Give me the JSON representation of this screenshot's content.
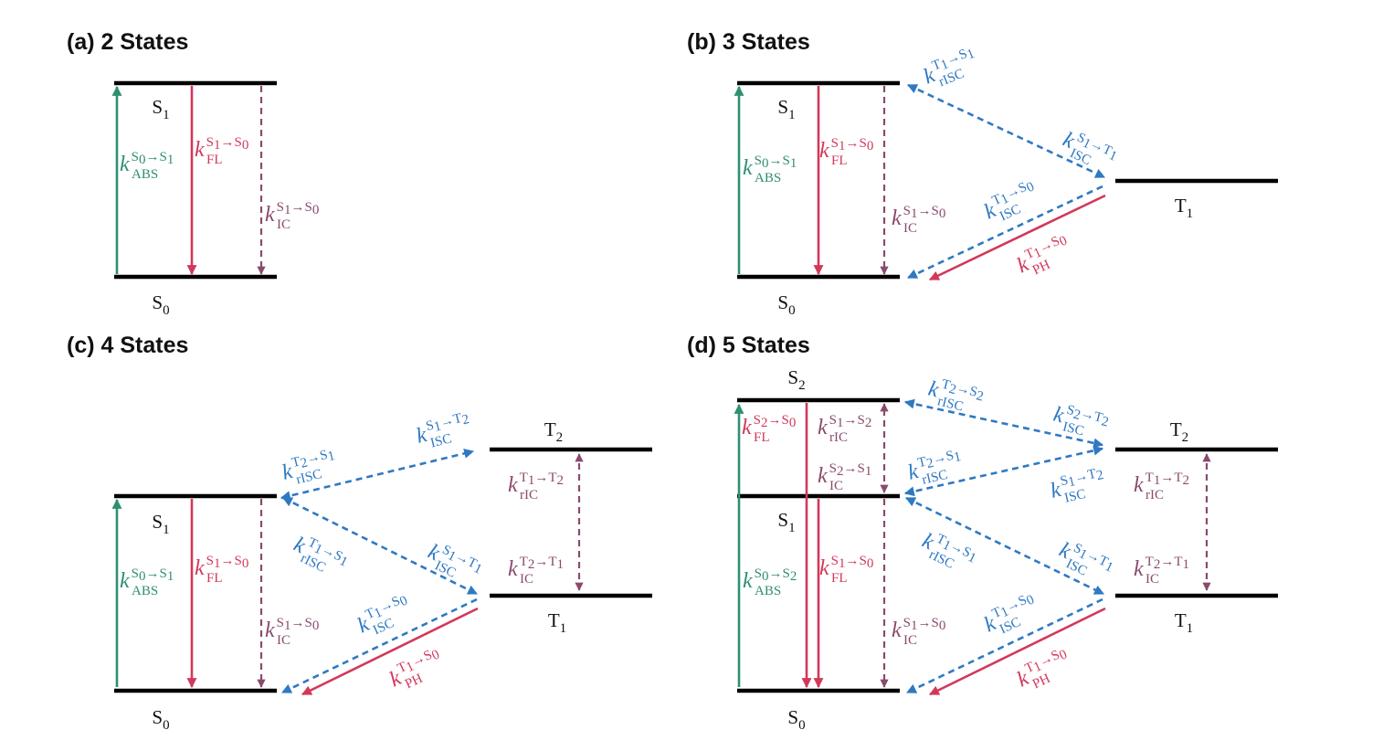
{
  "colors": {
    "level": "#000000",
    "absorption": "#2e8f73",
    "radiative": "#d2385a",
    "internal_conversion": "#8a4a6e",
    "intersystem_crossing": "#2f79c2"
  },
  "panels": [
    {
      "id": "a",
      "label": "(a)",
      "title": "2 States",
      "states": [
        "S1",
        "S0"
      ],
      "rates": [
        {
          "from": "S0",
          "to": "S1",
          "sup": "S0→S1",
          "sub": "ABS",
          "kind": "absorption"
        },
        {
          "from": "S1",
          "to": "S0",
          "sup": "S1→S0",
          "sub": "FL",
          "kind": "radiative"
        },
        {
          "from": "S1",
          "to": "S0",
          "sup": "S1→S0",
          "sub": "IC",
          "kind": "internal_conversion"
        }
      ]
    },
    {
      "id": "b",
      "label": "(b)",
      "title": "3 States",
      "states": [
        "S1",
        "S0",
        "T1"
      ],
      "rates": [
        {
          "from": "S0",
          "to": "S1",
          "sup": "S0→S1",
          "sub": "ABS",
          "kind": "absorption"
        },
        {
          "from": "S1",
          "to": "S0",
          "sup": "S1→S0",
          "sub": "FL",
          "kind": "radiative"
        },
        {
          "from": "S1",
          "to": "S0",
          "sup": "S1→S0",
          "sub": "IC",
          "kind": "internal_conversion"
        },
        {
          "from": "T1",
          "to": "S1",
          "sup": "T1→S1",
          "sub": "rISC",
          "kind": "intersystem_crossing"
        },
        {
          "from": "S1",
          "to": "T1",
          "sup": "S1→T1",
          "sub": "ISC",
          "kind": "intersystem_crossing"
        },
        {
          "from": "T1",
          "to": "S0",
          "sup": "T1→S0",
          "sub": "ISC",
          "kind": "intersystem_crossing"
        },
        {
          "from": "T1",
          "to": "S0",
          "sup": "T1→S0",
          "sub": "PH",
          "kind": "radiative"
        }
      ]
    },
    {
      "id": "c",
      "label": "(c)",
      "title": "4 States",
      "states": [
        "S1",
        "S0",
        "T2",
        "T1"
      ],
      "rates": [
        {
          "from": "S0",
          "to": "S1",
          "sup": "S0→S1",
          "sub": "ABS",
          "kind": "absorption"
        },
        {
          "from": "S1",
          "to": "S0",
          "sup": "S1→S0",
          "sub": "FL",
          "kind": "radiative"
        },
        {
          "from": "S1",
          "to": "S0",
          "sup": "S1→S0",
          "sub": "IC",
          "kind": "internal_conversion"
        },
        {
          "from": "T2",
          "to": "S1",
          "sup": "T2→S1",
          "sub": "rISC",
          "kind": "intersystem_crossing"
        },
        {
          "from": "S1",
          "to": "T2",
          "sup": "S1→T2",
          "sub": "ISC",
          "kind": "intersystem_crossing"
        },
        {
          "from": "T1",
          "to": "S1",
          "sup": "T1→S1",
          "sub": "rISC",
          "kind": "intersystem_crossing"
        },
        {
          "from": "S1",
          "to": "T1",
          "sup": "S1→T1",
          "sub": "ISC",
          "kind": "intersystem_crossing"
        },
        {
          "from": "T1",
          "to": "S0",
          "sup": "T1→S0",
          "sub": "ISC",
          "kind": "intersystem_crossing"
        },
        {
          "from": "T1",
          "to": "S0",
          "sup": "T1→S0",
          "sub": "PH",
          "kind": "radiative"
        },
        {
          "from": "T1",
          "to": "T2",
          "sup": "T1→T2",
          "sub": "rIC",
          "kind": "internal_conversion"
        },
        {
          "from": "T2",
          "to": "T1",
          "sup": "T2→T1",
          "sub": "IC",
          "kind": "internal_conversion"
        }
      ]
    },
    {
      "id": "d",
      "label": "(d)",
      "title": "5 States",
      "states": [
        "S2",
        "S1",
        "S0",
        "T2",
        "T1"
      ],
      "rates": [
        {
          "from": "S2",
          "to": "S0",
          "sup": "S2→S0",
          "sub": "FL",
          "kind": "radiative"
        },
        {
          "from": "S1",
          "to": "S2",
          "sup": "S1→S2",
          "sub": "rIC",
          "kind": "internal_conversion"
        },
        {
          "from": "S2",
          "to": "S1",
          "sup": "S2→S1",
          "sub": "IC",
          "kind": "internal_conversion"
        },
        {
          "from": "S0",
          "to": "S2",
          "sup": "S0→S2",
          "sub": "ABS",
          "kind": "absorption"
        },
        {
          "from": "S1",
          "to": "S0",
          "sup": "S1→S0",
          "sub": "FL",
          "kind": "radiative"
        },
        {
          "from": "S1",
          "to": "S0",
          "sup": "S1→S0",
          "sub": "IC",
          "kind": "internal_conversion"
        },
        {
          "from": "T2",
          "to": "S2",
          "sup": "T2→S2",
          "sub": "rISC",
          "kind": "intersystem_crossing"
        },
        {
          "from": "S2",
          "to": "T2",
          "sup": "S2→T2",
          "sub": "ISC",
          "kind": "intersystem_crossing"
        },
        {
          "from": "T2",
          "to": "S1",
          "sup": "T2→S1",
          "sub": "rISC",
          "kind": "intersystem_crossing"
        },
        {
          "from": "S1",
          "to": "T2",
          "sup": "S1→T2",
          "sub": "ISC",
          "kind": "intersystem_crossing"
        },
        {
          "from": "T1",
          "to": "S1",
          "sup": "T1→S1",
          "sub": "rISC",
          "kind": "intersystem_crossing"
        },
        {
          "from": "S1",
          "to": "T1",
          "sup": "S1→T1",
          "sub": "ISC",
          "kind": "intersystem_crossing"
        },
        {
          "from": "T1",
          "to": "S0",
          "sup": "T1→S0",
          "sub": "ISC",
          "kind": "intersystem_crossing"
        },
        {
          "from": "T1",
          "to": "S0",
          "sup": "T1→S0",
          "sub": "PH",
          "kind": "radiative"
        },
        {
          "from": "T1",
          "to": "T2",
          "sup": "T1→T2",
          "sub": "rIC",
          "kind": "internal_conversion"
        },
        {
          "from": "T2",
          "to": "T1",
          "sup": "T2→T1",
          "sub": "IC",
          "kind": "internal_conversion"
        }
      ]
    }
  ]
}
